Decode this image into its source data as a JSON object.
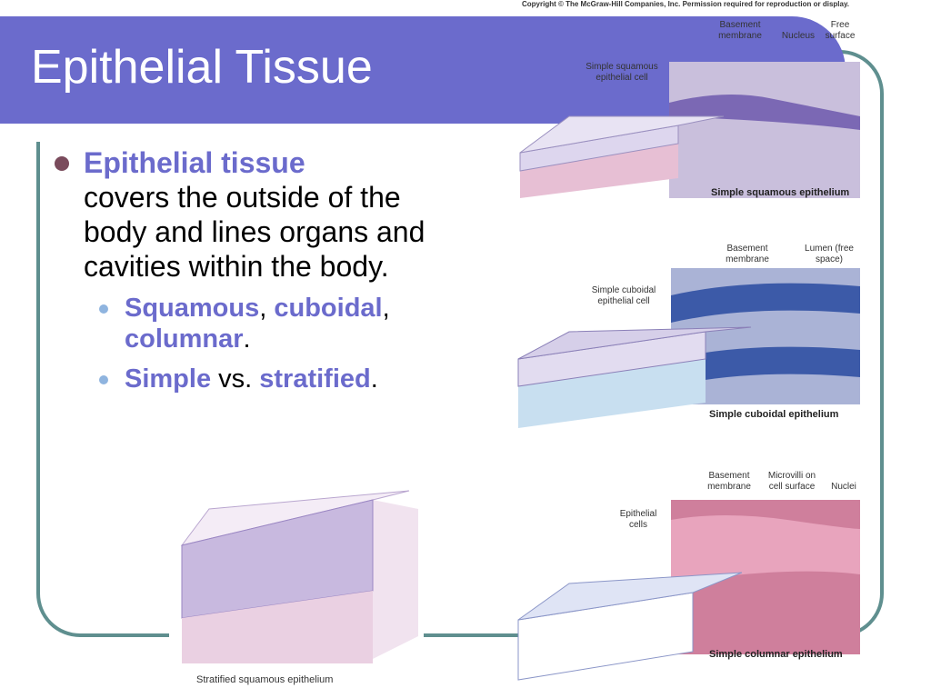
{
  "slide": {
    "title": "Epithelial Tissue",
    "bullet_main": {
      "highlight": "Epithelial tissue",
      "rest": "covers the outside of the body and lines organs and cavities within the body."
    },
    "sub_bullets": [
      {
        "parts": [
          {
            "text": "Squamous",
            "hl": true
          },
          {
            "text": ", ",
            "hl": false
          },
          {
            "text": "cuboidal",
            "hl": true
          },
          {
            "text": ",",
            "hl": false
          },
          {
            "text": "columnar",
            "hl": true
          },
          {
            "text": ".",
            "hl": false
          }
        ]
      },
      {
        "parts": [
          {
            "text": "Simple",
            "hl": true
          },
          {
            "text": " vs. ",
            "hl": false
          },
          {
            "text": "stratified",
            "hl": true
          },
          {
            "text": ".",
            "hl": false
          }
        ]
      }
    ]
  },
  "figures": {
    "copyright": "Copyright © The McGraw-Hill Companies, Inc. Permission required for reproduction or display.",
    "squamous": {
      "labels": [
        "Basement membrane",
        "Nucleus",
        "Free surface",
        "Simple squamous epithelial cell"
      ],
      "caption": "Simple squamous epithelium"
    },
    "cuboidal": {
      "labels": [
        "Basement membrane",
        "Lumen (free space)",
        "Simple cuboidal epithelial cell"
      ],
      "caption": "Simple cuboidal epithelium"
    },
    "columnar": {
      "labels": [
        "Basement membrane",
        "Microvilli on cell surface",
        "Nuclei",
        "Epithelial cells"
      ],
      "caption": "Simple columnar epithelium"
    },
    "stratified": {
      "caption": "Stratified squamous epithelium"
    }
  },
  "colors": {
    "accent": "#6b6bcc",
    "frame": "#5f8f8f"
  }
}
